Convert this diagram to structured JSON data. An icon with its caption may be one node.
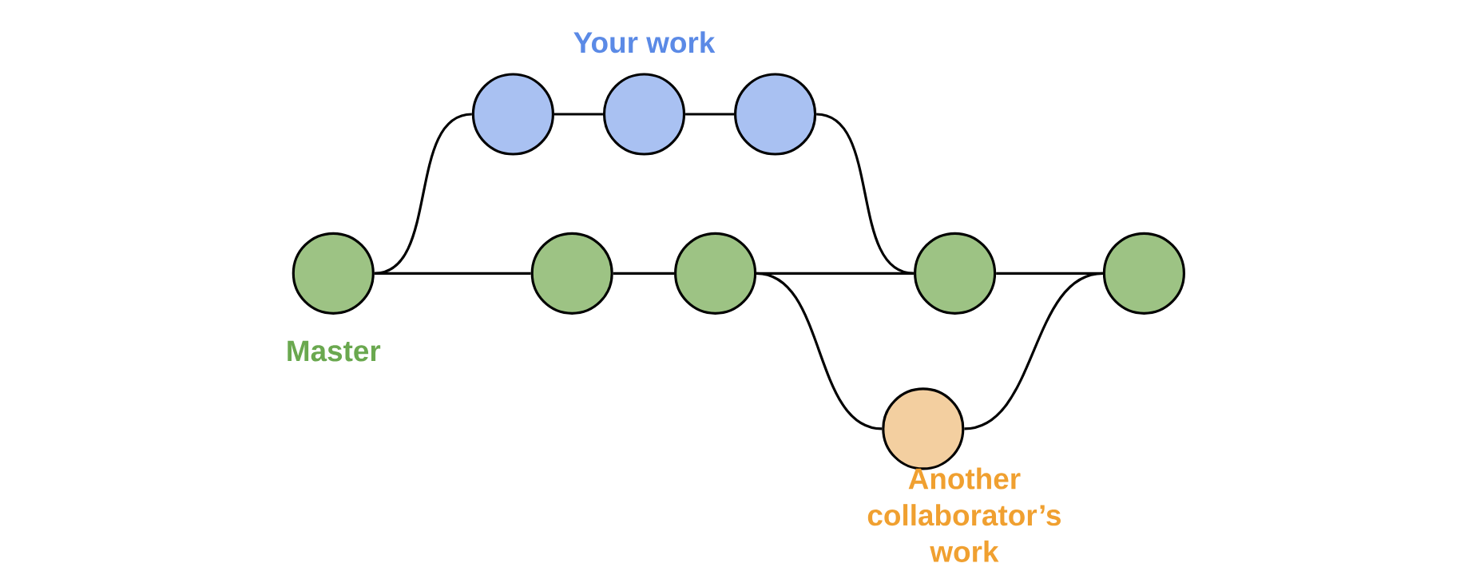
{
  "diagram": {
    "nodes": [
      {
        "text": [],
        "shape": "circle"
      },
      {
        "text": [],
        "shape": "circle"
      },
      {
        "text": [],
        "shape": "circle"
      },
      {
        "text": [],
        "shape": "circle"
      },
      {
        "text": [],
        "shape": "circle"
      },
      {
        "text": [],
        "shape": "circle"
      },
      {
        "text": [],
        "shape": "circle"
      },
      {
        "text": [],
        "shape": "circle"
      },
      {
        "text": [],
        "shape": "circle"
      }
    ],
    "edges": [
      {
        "from": 0,
        "to": 1,
        "arrow": "none"
      },
      {
        "from": 1,
        "to": 2,
        "arrow": "none"
      },
      {
        "from": 2,
        "to": 3,
        "arrow": "none"
      },
      {
        "from": 3,
        "to": 6,
        "arrow": "none"
      },
      {
        "from": 0,
        "to": 4,
        "arrow": "none"
      },
      {
        "from": 4,
        "to": 5,
        "arrow": "none"
      },
      {
        "from": 5,
        "to": 6,
        "arrow": "none"
      },
      {
        "from": 5,
        "to": 8,
        "arrow": "none"
      },
      {
        "from": 6,
        "to": 7,
        "arrow": "none"
      },
      {
        "from": 8,
        "to": 7,
        "arrow": "none"
      }
    ],
    "labels": [
      "Your work",
      "Master",
      "Another collaborator’s work"
    ]
  }
}
